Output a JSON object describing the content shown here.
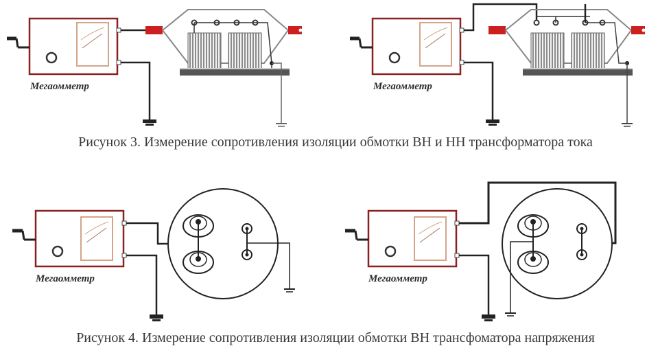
{
  "figure3": {
    "caption": "Рисунок 3. Измерение сопротивления изоляции обмотки ВН и НН трансформатора тока"
  },
  "figure4": {
    "caption": "Рисунок 4. Измерение сопротивления изоляции обмотки ВН трансфоматора напряжения"
  },
  "megohmmeter": {
    "label": "Мегаомметр"
  },
  "colors": {
    "meter_frame": "#8a2020",
    "dial_frame": "#d4a48a",
    "terminal_red": "#cc1f1f",
    "wire": "#1a1a1a"
  }
}
